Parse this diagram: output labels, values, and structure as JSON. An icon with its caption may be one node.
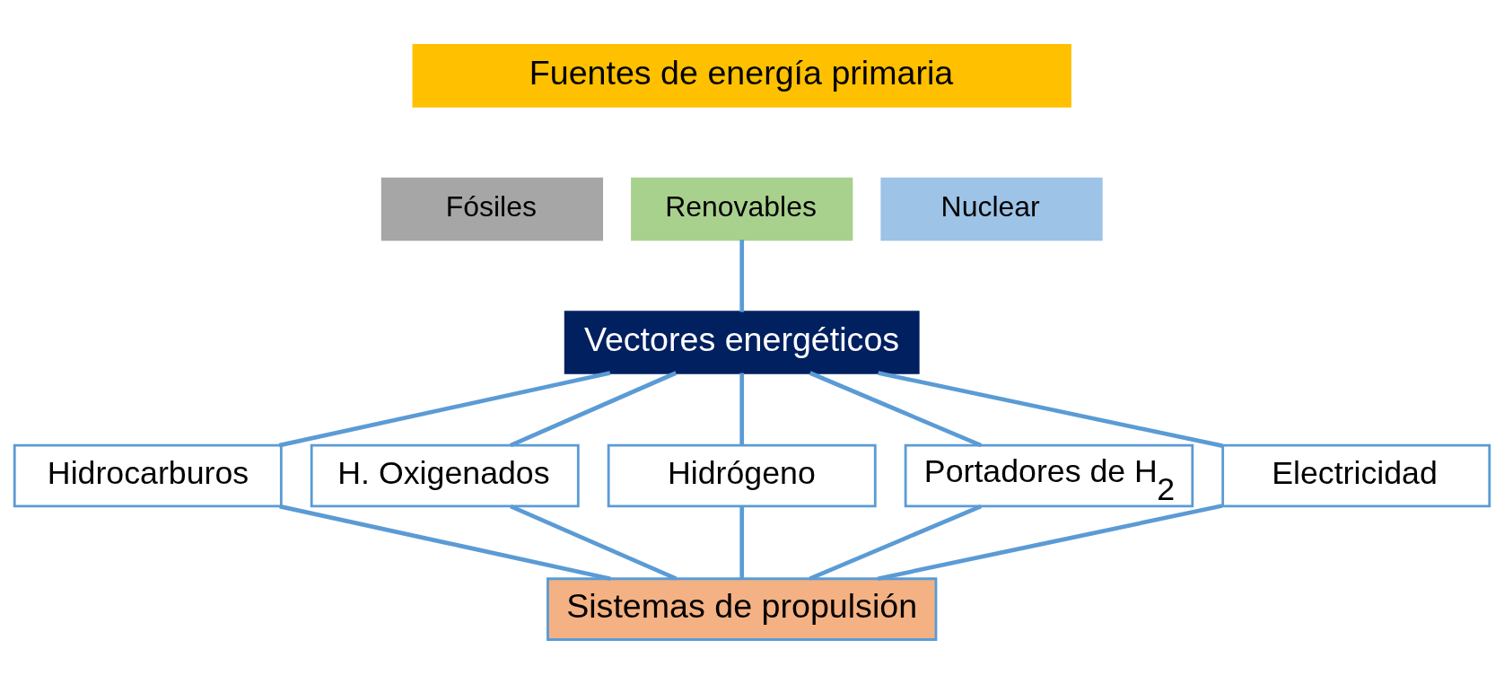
{
  "diagram": {
    "nodes": [
      {
        "text": [
          "Fuentes de energía primaria"
        ]
      },
      {
        "text": [
          "Fósiles"
        ]
      },
      {
        "text": [
          "Renovables"
        ]
      },
      {
        "text": [
          "Nuclear"
        ]
      },
      {
        "text": [
          "Vectores energéticos"
        ]
      },
      {
        "text": [
          "Hidrocarburos"
        ]
      },
      {
        "text": [
          "H. Oxigenados"
        ]
      },
      {
        "text": [
          "Hidrógeno"
        ]
      },
      {
        "text": [
          "Portadores de H$_{2}$"
        ]
      },
      {
        "text": [
          "Electricidad"
        ]
      },
      {
        "text": [
          "Sistemas de propulsión"
        ]
      }
    ],
    "edges": [
      {
        "from": 2,
        "to": 4,
        "arrow": "none"
      },
      {
        "from": 4,
        "to": 5,
        "arrow": "none"
      },
      {
        "from": 4,
        "to": 6,
        "arrow": "none"
      },
      {
        "from": 4,
        "to": 7,
        "arrow": "none"
      },
      {
        "from": 4,
        "to": 8,
        "arrow": "none"
      },
      {
        "from": 4,
        "to": 9,
        "arrow": "none"
      },
      {
        "from": 5,
        "to": 10,
        "arrow": "none"
      },
      {
        "from": 6,
        "to": 10,
        "arrow": "none"
      },
      {
        "from": 7,
        "to": 10,
        "arrow": "none"
      },
      {
        "from": 8,
        "to": 10,
        "arrow": "none"
      },
      {
        "from": 9,
        "to": 10,
        "arrow": "none"
      }
    ]
  }
}
